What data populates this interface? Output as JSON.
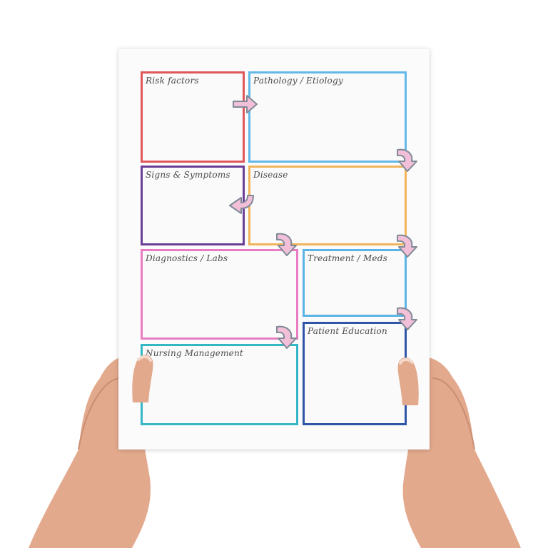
{
  "worksheet": {
    "boxes": [
      {
        "id": "risk-factors",
        "label": "Risk factors",
        "color": "#e0575b"
      },
      {
        "id": "pathology-etiology",
        "label": "Pathology / Etiology",
        "color": "#63b8e8"
      },
      {
        "id": "signs-symptoms",
        "label": "Signs & Symptoms",
        "color": "#6c3e98"
      },
      {
        "id": "disease",
        "label": "Disease",
        "color": "#f2b45a"
      },
      {
        "id": "diagnostics-labs",
        "label": "Diagnostics / Labs",
        "color": "#ea7cc4"
      },
      {
        "id": "treatment-meds",
        "label": "Treatment / Meds",
        "color": "#5cb3e6"
      },
      {
        "id": "nursing-management",
        "label": "Nursing Management",
        "color": "#36b7c6"
      },
      {
        "id": "patient-education",
        "label": "Patient Education",
        "color": "#2f55a8"
      }
    ],
    "arrow_colors": {
      "fill": "#f2bfd9",
      "outline": "#7f8a96"
    }
  }
}
